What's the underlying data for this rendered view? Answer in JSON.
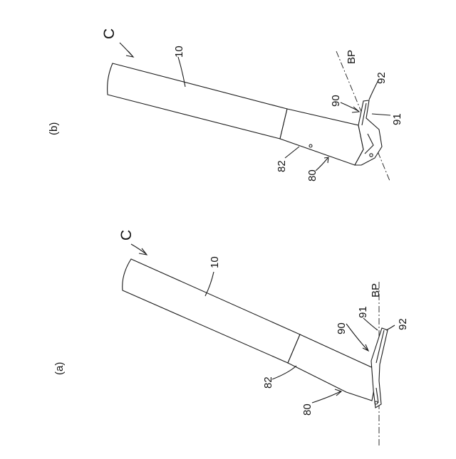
{
  "figure": {
    "panel_a": {
      "caption": "(a)",
      "labels": {
        "c": "C",
        "cutter": "10",
        "holder": "82",
        "holder_ref": "80",
        "insert": "90",
        "insert_edge": "91",
        "tip": "92",
        "plane": "BP"
      }
    },
    "panel_b": {
      "caption": "(b)",
      "labels": {
        "c": "C",
        "cutter": "10",
        "holder": "82",
        "holder_ref": "80",
        "insert": "90",
        "insert_edge": "91",
        "tip": "92",
        "plane": "BP"
      }
    }
  }
}
